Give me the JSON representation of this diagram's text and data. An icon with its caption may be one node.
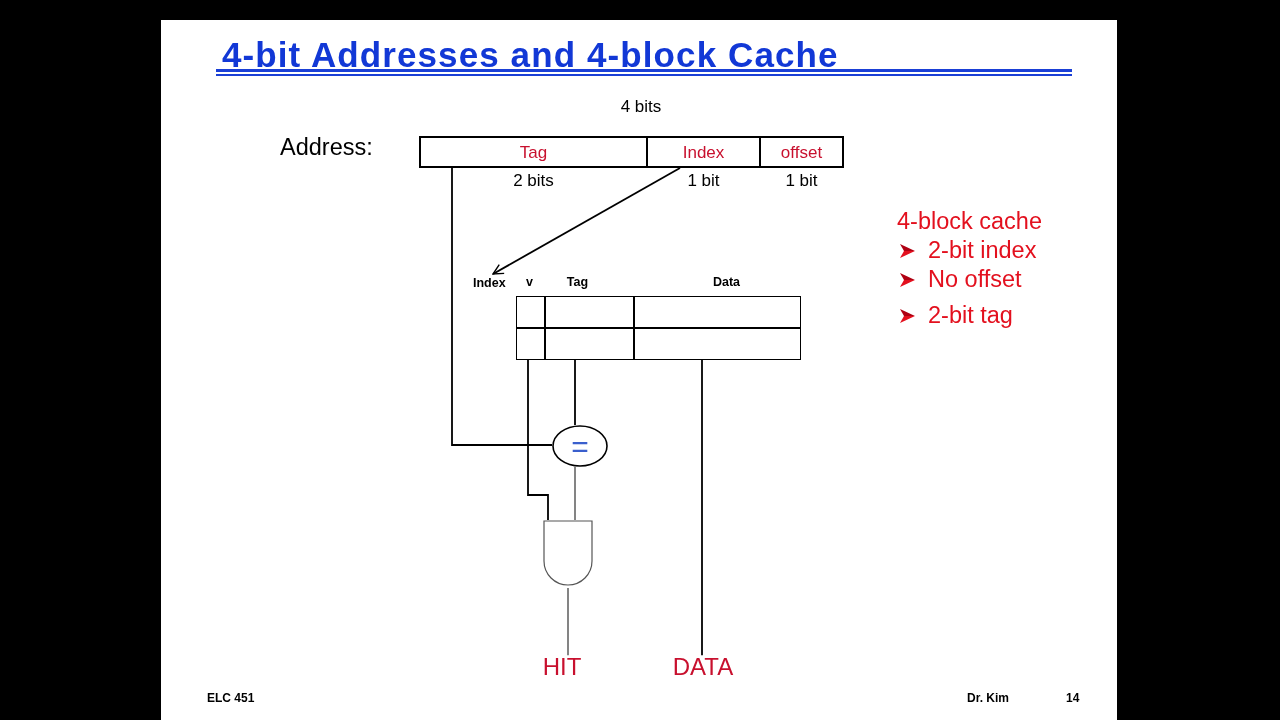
{
  "diagram": {
    "title": "4-bit Addresses and 4-block Cache",
    "nodes": [
      {
        "text": [
          "Address:"
        ],
        "beside": [
          "4 bits"
        ]
      },
      {
        "text": [
          "Tag"
        ],
        "in": 0,
        "beside": [
          "2 bits"
        ]
      },
      {
        "text": [
          "Index"
        ],
        "in": 0,
        "beside": [
          "1 bit"
        ]
      },
      {
        "text": [
          "offset"
        ],
        "in": 0,
        "beside": [
          "1 bit"
        ]
      },
      {
        "text": [
          "Index"
        ]
      },
      {
        "text": [
          "v"
        ],
        "in": 4
      },
      {
        "text": [
          "Tag"
        ],
        "in": 4
      },
      {
        "text": [
          "Data"
        ],
        "in": 4
      },
      {
        "text": [
          "="
        ]
      },
      {
        "text": [],
        "shape": "gate"
      },
      {
        "text": [
          "HIT"
        ]
      },
      {
        "text": [
          "DATA"
        ]
      }
    ],
    "edges": [
      {
        "from": 1,
        "to": 8,
        "arrow": "none"
      },
      {
        "from": 2,
        "to": 4,
        "arrow": "to"
      },
      {
        "from": 5,
        "to": 9,
        "arrow": "none"
      },
      {
        "from": 6,
        "to": 8,
        "arrow": "none"
      },
      {
        "from": 8,
        "to": 9,
        "arrow": "none",
        "color": "#777777"
      },
      {
        "from": 9,
        "to": 10,
        "arrow": "none",
        "color": "#777777"
      },
      {
        "from": 7,
        "to": 11,
        "arrow": "none"
      }
    ],
    "labels": [
      "4-block cache",
      "2-bit index",
      "No offset",
      "2-bit tag",
      "ELC 451",
      "Dr. Kim",
      "14"
    ]
  }
}
